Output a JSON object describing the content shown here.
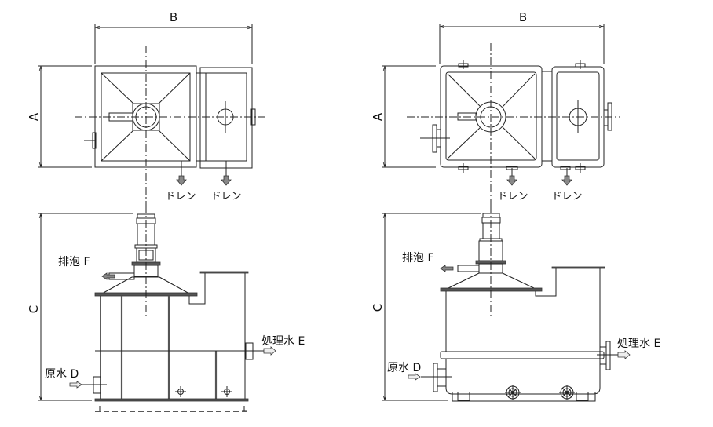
{
  "title": "Defoaming tank dimensional drawings (two models)",
  "dimension_labels": {
    "width": "B",
    "depth": "A",
    "height": "C"
  },
  "labels": {
    "drain": "ドレン",
    "foam_discharge": "排泡 F",
    "raw_water": "原水 D",
    "treated_water": "処理水 E"
  },
  "views": [
    {
      "id": "left-top",
      "type": "plan view",
      "model": "square frame type"
    },
    {
      "id": "left-side",
      "type": "elevation view",
      "model": "square frame type"
    },
    {
      "id": "right-top",
      "type": "plan view",
      "model": "rounded flanged type"
    },
    {
      "id": "right-side",
      "type": "elevation view",
      "model": "rounded flanged type"
    }
  ],
  "colors": {
    "line": "#222222",
    "plate": "#555555",
    "arrow_fill": "#888888"
  }
}
